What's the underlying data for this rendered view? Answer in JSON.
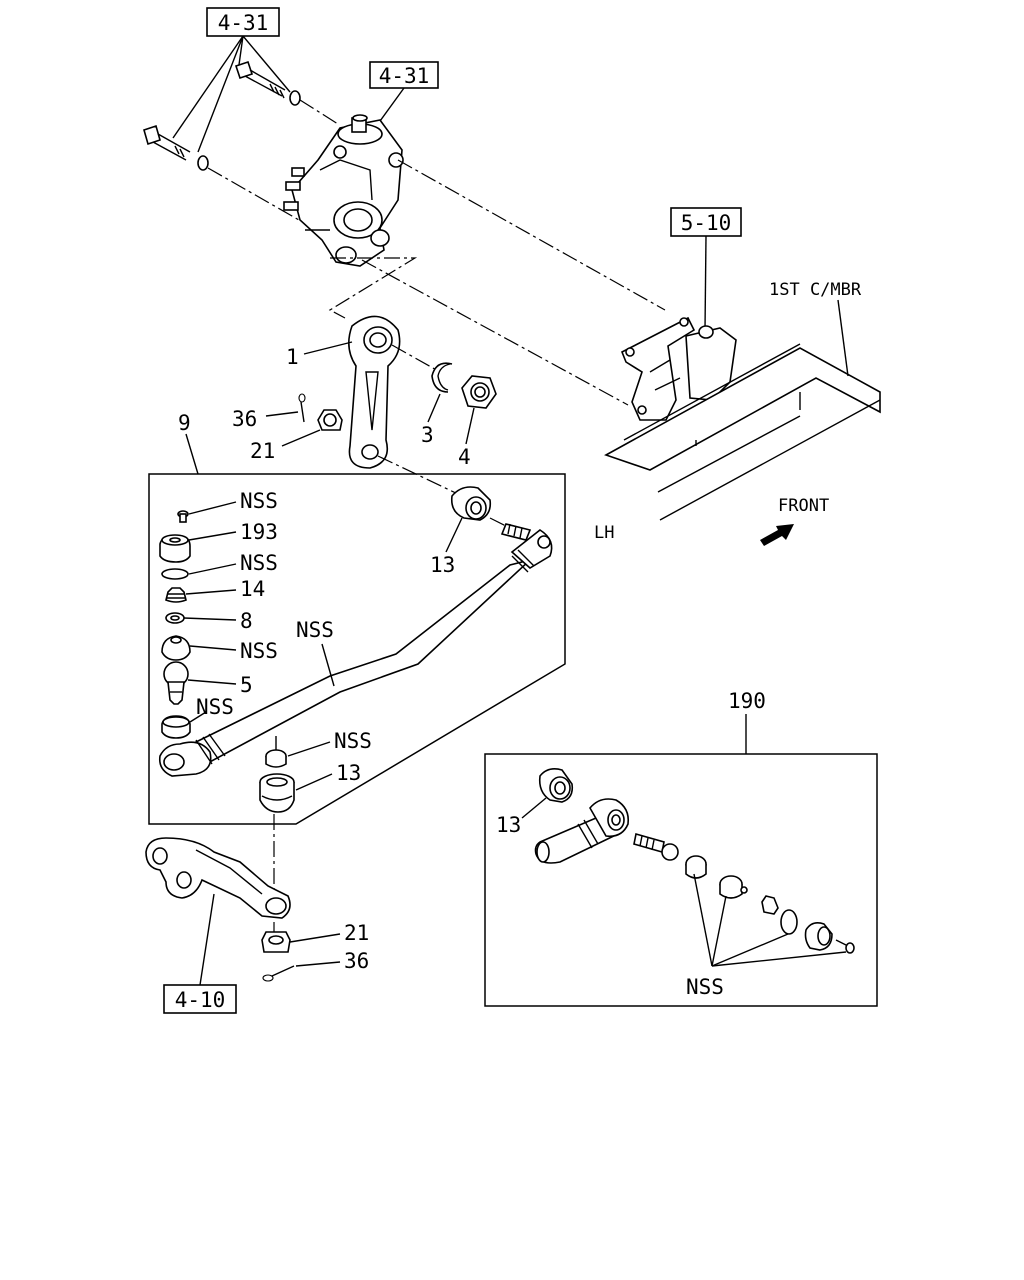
{
  "references": {
    "ref_top_left": "4-31",
    "ref_gearbox": "4-31",
    "ref_bracket": "5-10",
    "ref_knuckle": "4-10"
  },
  "frame_label": "1ST C/MBR",
  "direction": {
    "front": "FRONT",
    "side": "LH"
  },
  "callouts": {
    "pitman_arm": "1",
    "snap_ring": "3",
    "nut": "4",
    "cotter_pin_top": "36",
    "castle_nut_top": "21",
    "drag_link_assy": "9",
    "seal_upper": "13",
    "seal_lower": "13",
    "seal_detail": "13",
    "castle_nut_bottom": "21",
    "cotter_pin_bottom": "36",
    "repair_kit": "190"
  },
  "drag_link_parts": [
    {
      "name": "nss-grease-fitting",
      "label": "NSS"
    },
    {
      "name": "plug-193",
      "label": "193"
    },
    {
      "name": "nss-ring",
      "label": "NSS"
    },
    {
      "name": "spring-14",
      "label": "14"
    },
    {
      "name": "washer-8",
      "label": "8"
    },
    {
      "name": "nss-seat",
      "label": "NSS"
    },
    {
      "name": "ball-stud-5",
      "label": "5"
    },
    {
      "name": "nss-cap",
      "label": "NSS"
    }
  ],
  "drag_link_tube_label": "NSS",
  "drag_link_lower_nss": "NSS",
  "kit_nss_label": "NSS"
}
